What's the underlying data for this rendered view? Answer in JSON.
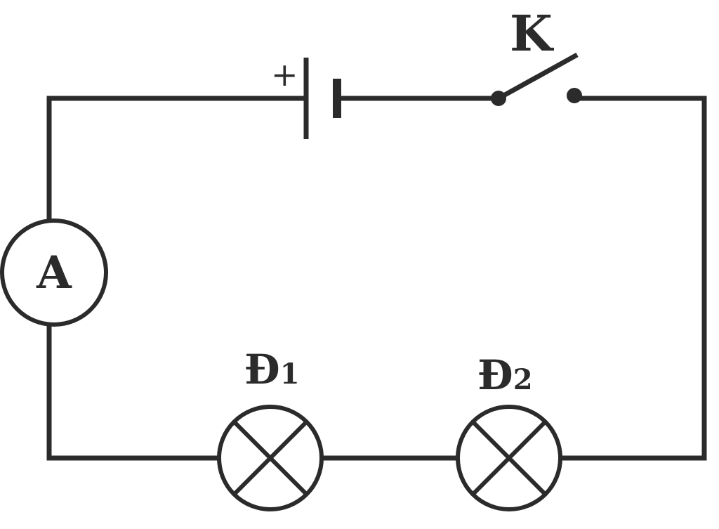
{
  "labels": {
    "switch": "K",
    "ammeter": "A",
    "battery_plus": "+",
    "lamp1_letter": "Đ",
    "lamp1_index": "1",
    "lamp2_letter": "Đ",
    "lamp2_index": "2"
  },
  "colors": {
    "line": "#2b2b2b",
    "background": "#ffffff"
  }
}
